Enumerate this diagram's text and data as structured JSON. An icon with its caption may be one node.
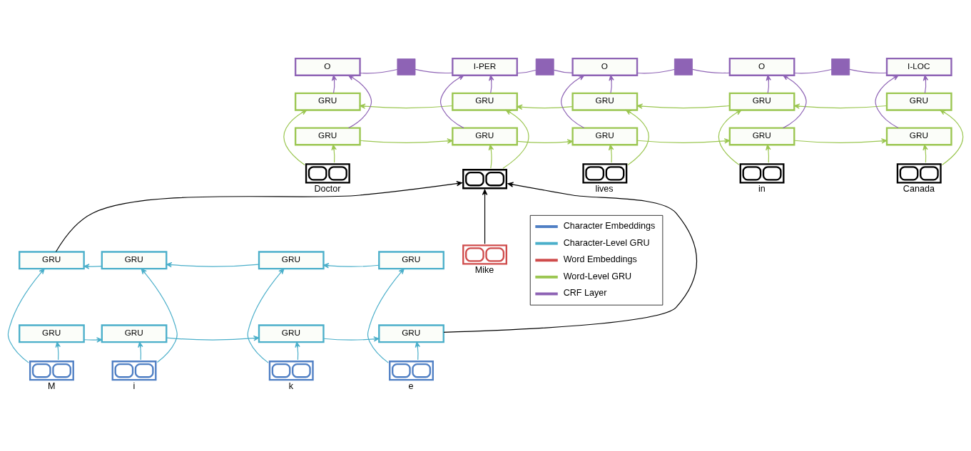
{
  "diagram": {
    "nodes": [
      {
        "text": [
          "O"
        ]
      },
      {
        "text": [],
        "shape": "box"
      },
      {
        "text": [
          "I-PER"
        ]
      },
      {
        "text": [],
        "shape": "box"
      },
      {
        "text": [
          "O"
        ]
      },
      {
        "text": [],
        "shape": "box"
      },
      {
        "text": [
          "O"
        ]
      },
      {
        "text": [],
        "shape": "box"
      },
      {
        "text": [
          "I-LOC"
        ]
      },
      {
        "text": [
          "GRU"
        ]
      },
      {
        "text": [
          "GRU"
        ]
      },
      {
        "text": [
          "GRU"
        ]
      },
      {
        "text": [
          "GRU"
        ]
      },
      {
        "text": [
          "GRU"
        ]
      },
      {
        "text": [
          "GRU"
        ]
      },
      {
        "text": [
          "GRU"
        ]
      },
      {
        "text": [
          "GRU"
        ]
      },
      {
        "text": [
          "GRU"
        ]
      },
      {
        "text": [
          "GRU"
        ]
      },
      {
        "text": [
          "Doctor"
        ]
      },
      {
        "text": [],
        "shape": "box"
      },
      {
        "text": [
          "lives"
        ]
      },
      {
        "text": [
          "in"
        ]
      },
      {
        "text": [
          "Canada"
        ]
      },
      {
        "text": [
          "GRU"
        ]
      },
      {
        "text": [
          "GRU"
        ]
      },
      {
        "text": [
          "GRU"
        ]
      },
      {
        "text": [
          "GRU"
        ]
      },
      {
        "text": [
          "Mike"
        ]
      },
      {
        "text": [
          "GRU"
        ]
      },
      {
        "text": [
          "GRU"
        ]
      },
      {
        "text": [
          "GRU"
        ]
      },
      {
        "text": [
          "GRU"
        ]
      },
      {
        "text": [
          "M"
        ]
      },
      {
        "text": [
          "i"
        ]
      },
      {
        "text": [
          "k"
        ]
      },
      {
        "text": [
          "e"
        ]
      }
    ],
    "edges": [
      {
        "from": 0,
        "to": 1,
        "arrow": "none",
        "color": "#8e63b5"
      },
      {
        "from": 1,
        "to": 2,
        "arrow": "none",
        "color": "#8e63b5"
      },
      {
        "from": 2,
        "to": 3,
        "arrow": "none",
        "color": "#8e63b5"
      },
      {
        "from": 3,
        "to": 4,
        "arrow": "none",
        "color": "#8e63b5"
      },
      {
        "from": 4,
        "to": 5,
        "arrow": "none",
        "color": "#8e63b5"
      },
      {
        "from": 5,
        "to": 6,
        "arrow": "none",
        "color": "#8e63b5"
      },
      {
        "from": 6,
        "to": 7,
        "arrow": "none",
        "color": "#8e63b5"
      },
      {
        "from": 7,
        "to": 8,
        "arrow": "none",
        "color": "#8e63b5"
      },
      {
        "from": 14,
        "to": 0,
        "arrow": "to",
        "color": "#8e63b5"
      },
      {
        "from": 9,
        "to": 0,
        "arrow": "to",
        "color": "#8e63b5"
      },
      {
        "from": 15,
        "to": 2,
        "arrow": "to",
        "color": "#8e63b5"
      },
      {
        "from": 10,
        "to": 2,
        "arrow": "to",
        "color": "#8e63b5"
      },
      {
        "from": 16,
        "to": 4,
        "arrow": "to",
        "color": "#8e63b5"
      },
      {
        "from": 11,
        "to": 4,
        "arrow": "to",
        "color": "#8e63b5"
      },
      {
        "from": 17,
        "to": 6,
        "arrow": "to",
        "color": "#8e63b5"
      },
      {
        "from": 12,
        "to": 6,
        "arrow": "to",
        "color": "#8e63b5"
      },
      {
        "from": 18,
        "to": 8,
        "arrow": "to",
        "color": "#8e63b5"
      },
      {
        "from": 13,
        "to": 8,
        "arrow": "to",
        "color": "#8e63b5"
      },
      {
        "from": 13,
        "to": 12,
        "arrow": "to",
        "color": "#9bc651"
      },
      {
        "from": 12,
        "to": 11,
        "arrow": "to",
        "color": "#9bc651"
      },
      {
        "from": 11,
        "to": 10,
        "arrow": "to",
        "color": "#9bc651"
      },
      {
        "from": 10,
        "to": 9,
        "arrow": "to",
        "color": "#9bc651"
      },
      {
        "from": 14,
        "to": 15,
        "arrow": "to",
        "color": "#9bc651"
      },
      {
        "from": 15,
        "to": 16,
        "arrow": "to",
        "color": "#9bc651"
      },
      {
        "from": 16,
        "to": 17,
        "arrow": "to",
        "color": "#9bc651"
      },
      {
        "from": 17,
        "to": 18,
        "arrow": "to",
        "color": "#9bc651"
      },
      {
        "from": 19,
        "to": 14,
        "arrow": "to",
        "color": "#9bc651"
      },
      {
        "from": 19,
        "to": 9,
        "arrow": "to",
        "color": "#9bc651"
      },
      {
        "from": 20,
        "to": 15,
        "arrow": "to",
        "color": "#9bc651"
      },
      {
        "from": 20,
        "to": 10,
        "arrow": "to",
        "color": "#9bc651"
      },
      {
        "from": 21,
        "to": 16,
        "arrow": "to",
        "color": "#9bc651"
      },
      {
        "from": 21,
        "to": 11,
        "arrow": "to",
        "color": "#9bc651"
      },
      {
        "from": 22,
        "to": 17,
        "arrow": "to",
        "color": "#9bc651"
      },
      {
        "from": 22,
        "to": 12,
        "arrow": "to",
        "color": "#9bc651"
      },
      {
        "from": 23,
        "to": 18,
        "arrow": "to",
        "color": "#9bc651"
      },
      {
        "from": 23,
        "to": 13,
        "arrow": "to",
        "color": "#9bc651"
      },
      {
        "from": 24,
        "to": 20,
        "arrow": "to",
        "color": "#000000"
      },
      {
        "from": 32,
        "to": 20,
        "arrow": "to",
        "color": "#000000"
      },
      {
        "from": 28,
        "to": 20,
        "arrow": "to",
        "color": "#000000"
      },
      {
        "from": 27,
        "to": 26,
        "arrow": "to",
        "color": "#4bafca"
      },
      {
        "from": 26,
        "to": 25,
        "arrow": "to",
        "color": "#4bafca"
      },
      {
        "from": 25,
        "to": 24,
        "arrow": "to",
        "color": "#4bafca"
      },
      {
        "from": 29,
        "to": 30,
        "arrow": "to",
        "color": "#4bafca"
      },
      {
        "from": 30,
        "to": 31,
        "arrow": "to",
        "color": "#4bafca"
      },
      {
        "from": 31,
        "to": 32,
        "arrow": "to",
        "color": "#4bafca"
      },
      {
        "from": 33,
        "to": 29,
        "arrow": "to",
        "color": "#4bafca"
      },
      {
        "from": 33,
        "to": 24,
        "arrow": "to",
        "color": "#4bafca"
      },
      {
        "from": 34,
        "to": 30,
        "arrow": "to",
        "color": "#4bafca"
      },
      {
        "from": 34,
        "to": 25,
        "arrow": "to",
        "color": "#4bafca"
      },
      {
        "from": 35,
        "to": 31,
        "arrow": "to",
        "color": "#4bafca"
      },
      {
        "from": 35,
        "to": 26,
        "arrow": "to",
        "color": "#4bafca"
      },
      {
        "from": 36,
        "to": 32,
        "arrow": "to",
        "color": "#4bafca"
      },
      {
        "from": 36,
        "to": 27,
        "arrow": "to",
        "color": "#4bafca"
      }
    ],
    "legend": [
      {
        "text": "Character Embeddings",
        "color": "#4f7fc4"
      },
      {
        "text": "Character-Level GRU",
        "color": "#4bafca"
      },
      {
        "text": "Word Embeddings",
        "color": "#cf4b4b"
      },
      {
        "text": "Word-Level GRU",
        "color": "#9bc651"
      },
      {
        "text": "CRF Layer",
        "color": "#8e63b5"
      }
    ]
  }
}
